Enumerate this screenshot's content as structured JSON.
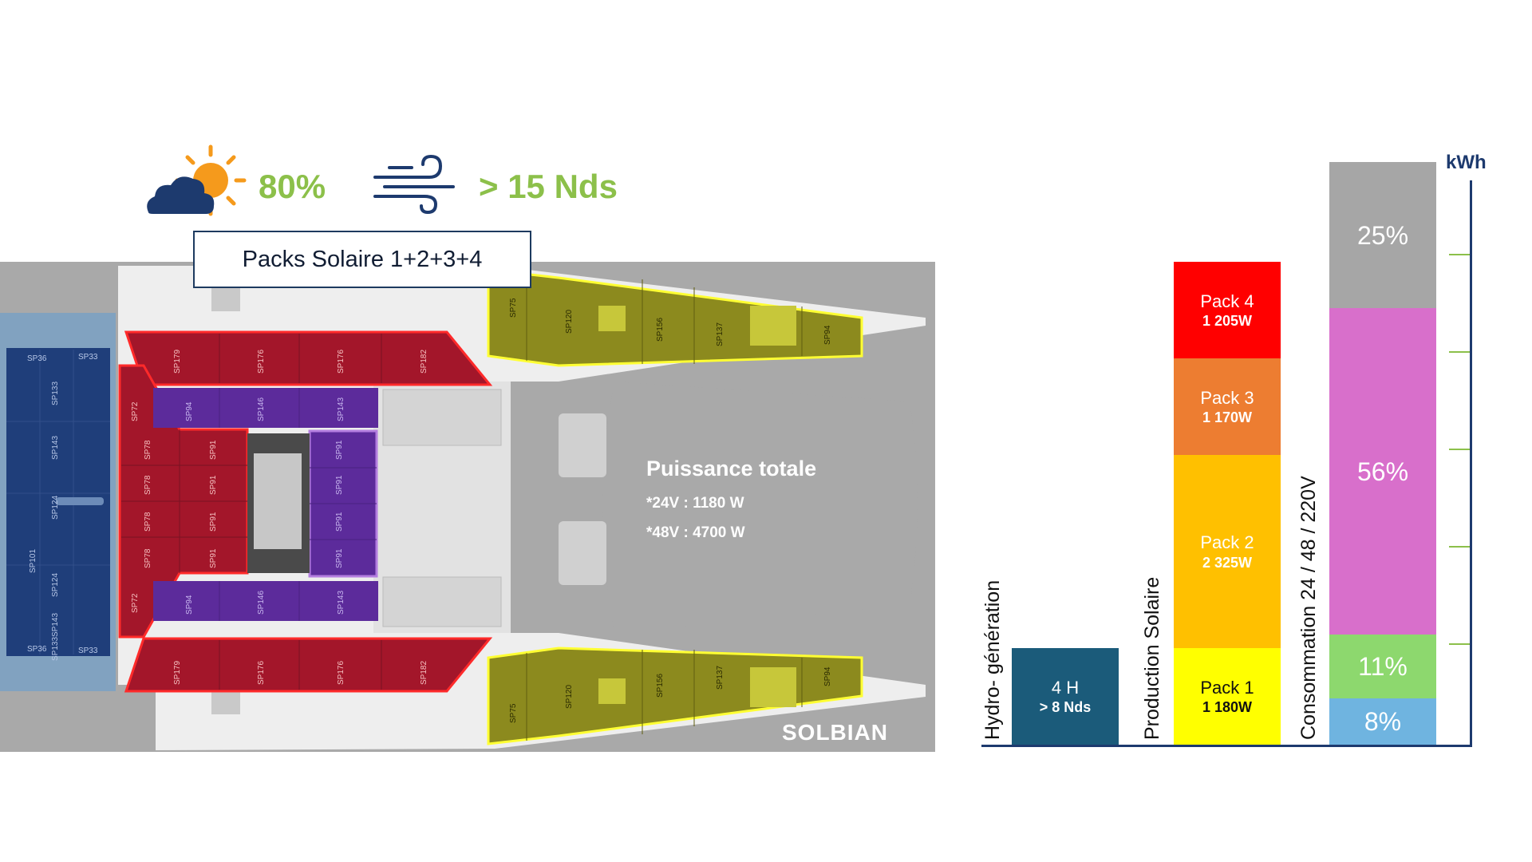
{
  "weather": {
    "sun_percent": "80%",
    "wind_speed": "> 15 Nds",
    "icons": [
      "cloud-sun-icon",
      "wind-icon"
    ],
    "accent_color": "#8cc04a"
  },
  "packs_label": "Packs Solaire 1+2+3+4",
  "boat": {
    "power_title": "Puissance totale",
    "power_24v": "*24V : 1180 W",
    "power_48v": "*48V : 4700 W",
    "logo": "SOLBIAN",
    "panels": {
      "blue_top": [
        "SP36",
        "SP33",
        "SP133",
        "SP143",
        "SP124",
        "SP101"
      ],
      "blue_bottom": [
        "SP124",
        "SP143",
        "SP133",
        "SP36",
        "SP33"
      ],
      "red_top": [
        "SP179",
        "SP176",
        "SP176",
        "SP182"
      ],
      "red_side_top": [
        "SP72"
      ],
      "red_center": [
        "SP78",
        "SP78",
        "SP78",
        "SP78",
        "SP91",
        "SP91",
        "SP91",
        "SP91"
      ],
      "red_side_bottom": [
        "SP72"
      ],
      "red_bottom": [
        "SP179",
        "SP176",
        "SP176",
        "SP182"
      ],
      "purple_top": [
        "SP94",
        "SP146",
        "SP143"
      ],
      "purple_center": [
        "SP91",
        "SP91",
        "SP91",
        "SP91"
      ],
      "purple_bottom": [
        "SP94",
        "SP146",
        "SP143"
      ],
      "yellow_top": [
        "SP75",
        "SP120",
        "SP156",
        "SP137",
        "SP94"
      ],
      "yellow_bottom": [
        "SP75",
        "SP120",
        "SP156",
        "SP137",
        "SP94"
      ]
    }
  },
  "chart_data": {
    "type": "bar",
    "y_unit": "kWh",
    "groups": [
      {
        "label": "Hydro- génération",
        "segments": [
          {
            "line1": "4 H",
            "line2": "> 8 Nds",
            "color": "#1b5b7a",
            "value": 0.2
          }
        ]
      },
      {
        "label": "Production Solaire",
        "segments": [
          {
            "line1": "Pack 1",
            "line2": "1 180W",
            "color": "#ffff00",
            "text_color": "#111111",
            "value": 0.2
          },
          {
            "line1": "Pack 2",
            "line2": "2 325W",
            "color": "#ffc000",
            "value": 0.4
          },
          {
            "line1": "Pack 3",
            "line2": "1 170W",
            "color": "#ed7d31",
            "value": 0.2
          },
          {
            "line1": "Pack 4",
            "line2": "1 205W",
            "color": "#ff0000",
            "value": 0.2
          }
        ]
      },
      {
        "label": "Consommation  24 / 48 / 220V",
        "segments": [
          {
            "line1": "8%",
            "color": "#6fb4e0",
            "value": 0.08
          },
          {
            "line1": "11%",
            "color": "#8dd86e",
            "value": 0.11
          },
          {
            "line1": "56%",
            "color": "#d86fcb",
            "value": 0.56
          },
          {
            "line1": "25%",
            "color": "#a6a6a6",
            "value": 0.25
          }
        ]
      }
    ],
    "y_ticks": 5,
    "grid": false,
    "axis_color": "#1d3a6e",
    "tick_color": "#8cc04a"
  }
}
